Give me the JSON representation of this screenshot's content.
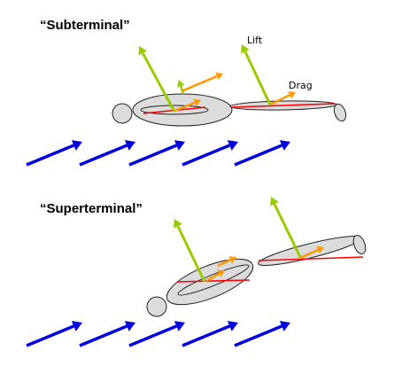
{
  "panels": {
    "subterminal": {
      "title": "“Subterminal”"
    },
    "superterminal": {
      "title": "“Superterminal”"
    }
  },
  "labels": {
    "lift": "Lift",
    "drag": "Drag"
  },
  "colors": {
    "body_fill": "#dcdcdc",
    "outline": "#222222",
    "airflow": "#0000e0",
    "lift_vector": "#99cc00",
    "drag_vector": "#ff9900",
    "chord_line": "#ff0000"
  },
  "icons": {
    "airflow": "arrow-icon",
    "lift": "arrow-icon",
    "drag": "arrow-icon"
  }
}
